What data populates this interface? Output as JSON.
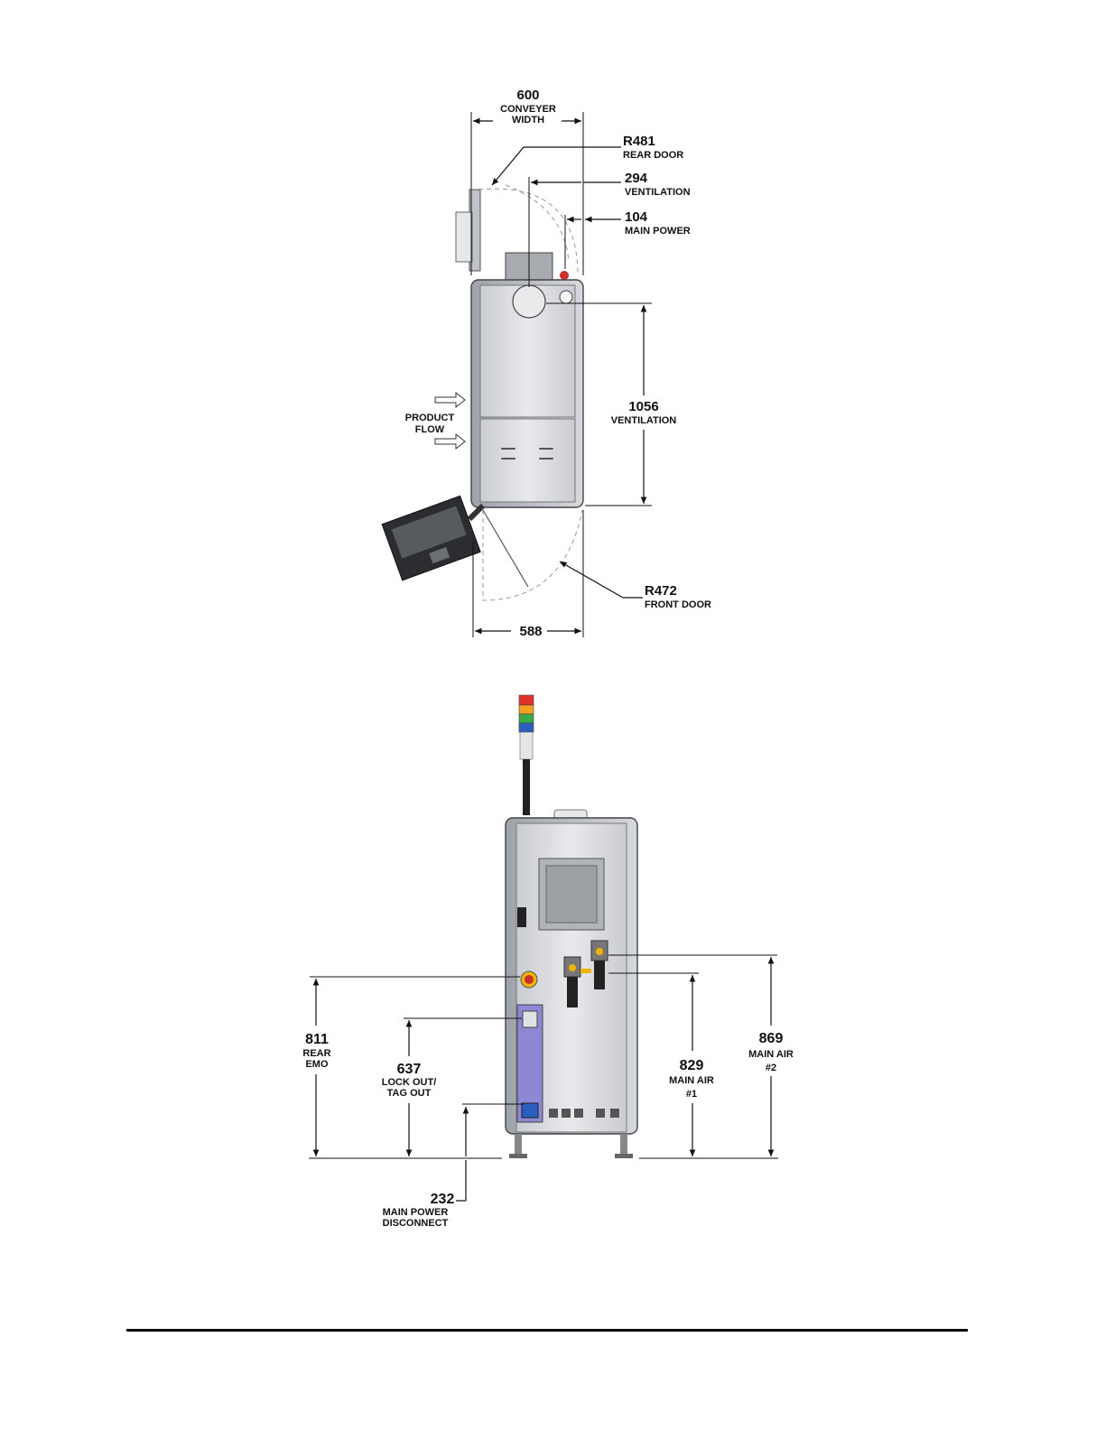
{
  "top_view": {
    "conveyer_width": {
      "value": "600",
      "label1": "CONVEYER",
      "label2": "WIDTH"
    },
    "rear_door": {
      "value": "R481",
      "label": "REAR DOOR"
    },
    "ventilation_offset": {
      "value": "294",
      "label": "VENTILATION"
    },
    "main_power_offset": {
      "value": "104",
      "label": "MAIN POWER"
    },
    "ventilation_depth": {
      "value": "1056",
      "label": "VENTILATION"
    },
    "product_flow": {
      "label1": "PRODUCT",
      "label2": "FLOW"
    },
    "front_door": {
      "value": "R472",
      "label": "FRONT DOOR"
    },
    "overall_width": {
      "value": "588"
    }
  },
  "rear_view": {
    "rear_emo": {
      "value": "811",
      "label1": "REAR",
      "label2": "EMO"
    },
    "lockout": {
      "value": "637",
      "label1": "LOCK OUT/",
      "label2": "TAG OUT"
    },
    "main_air_1": {
      "value": "829",
      "label1": "MAIN AIR",
      "label2": "#1"
    },
    "main_air_2": {
      "value": "869",
      "label1": "MAIN AIR",
      "label2": "#2"
    },
    "main_power_disconnect": {
      "value": "232",
      "label1": "MAIN POWER",
      "label2": "DISCONNECT"
    }
  },
  "colors": {
    "cabinet_panel": "#d8dadd",
    "cabinet_edge": "#555555",
    "beacon_red": "#e0302a",
    "beacon_orange": "#f5a021",
    "beacon_green": "#3aa948",
    "beacon_blue": "#2a5fbf",
    "lockout_panel": "#8d88d6"
  }
}
